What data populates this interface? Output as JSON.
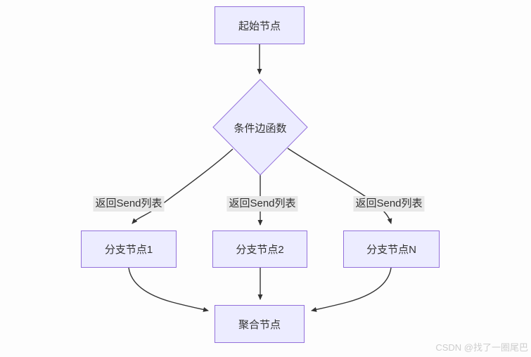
{
  "diagram": {
    "nodes": {
      "start": {
        "label": "起始节点"
      },
      "condition": {
        "label": "条件边函数"
      },
      "branch1": {
        "label": "分支节点1"
      },
      "branch2": {
        "label": "分支节点2"
      },
      "branchN": {
        "label": "分支节点N"
      },
      "aggregate": {
        "label": "聚合节点"
      }
    },
    "edge_labels": {
      "left": "返回Send列表",
      "middle": "返回Send列表",
      "right": "返回Send列表"
    },
    "colors": {
      "node_fill": "#ECECFF",
      "node_border": "#9370DB",
      "edge_stroke": "#333333",
      "edge_label_bg": "#e8e8e8",
      "text": "#333333",
      "background": "#fdfdfd"
    }
  },
  "watermark": "CSDN @找了一圈尾巴"
}
